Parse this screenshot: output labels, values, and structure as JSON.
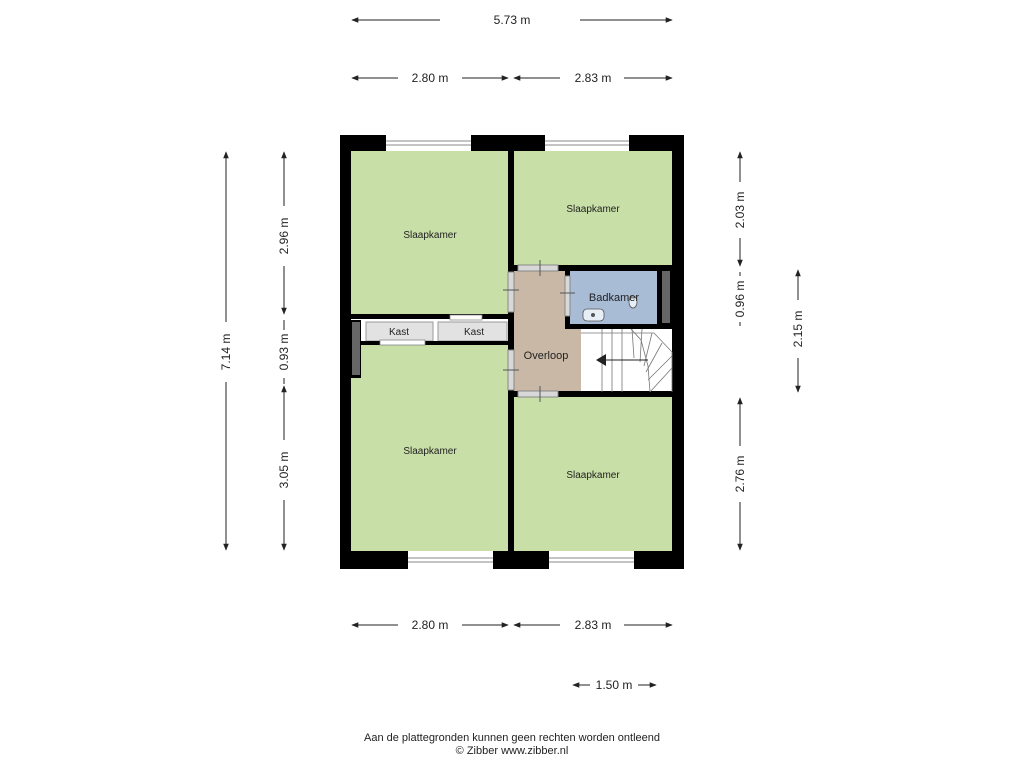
{
  "dimensions": {
    "top_total": "5.73 m",
    "top_left": "2.80 m",
    "top_right": "2.83 m",
    "bottom_left": "2.80 m",
    "bottom_right": "2.83 m",
    "bottom_stair": "1.50 m",
    "left_total": "7.14 m",
    "left_upper": "2.96 m",
    "left_middle": "0.93 m",
    "left_lower": "3.05 m",
    "right_upper": "2.03 m",
    "right_middle": "0.96 m",
    "right_lower": "2.76 m",
    "right_outer": "2.15 m"
  },
  "rooms": {
    "bedroom_top_left": "Slaapkamer",
    "bedroom_top_right": "Slaapkamer",
    "bedroom_bottom_left": "Slaapkamer",
    "bedroom_bottom_right": "Slaapkamer",
    "bathroom": "Badkamer",
    "landing": "Overloop",
    "closet_1": "Kast",
    "closet_2": "Kast"
  },
  "colors": {
    "bedroom": "#c9dfa8",
    "bathroom": "#a8bcd6",
    "landing": "#c9b8a5",
    "closet": "#e2e2e2",
    "wall": "#000000"
  },
  "footer": {
    "disclaimer": "Aan de plattegronden kunnen geen rechten worden ontleend",
    "copyright": "© Zibber www.zibber.nl"
  }
}
